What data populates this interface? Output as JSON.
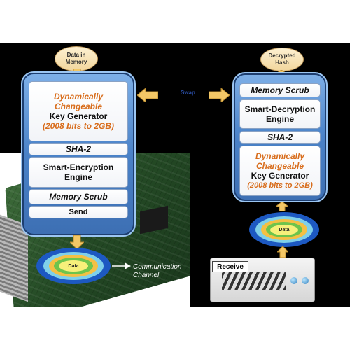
{
  "left": {
    "input_oval": "Data in Memory",
    "keygen": {
      "line1": "Dynamically",
      "line2": "Changeable",
      "line3": "Key Generator",
      "line4": "(2008 bits to 2GB)"
    },
    "sha": "SHA-2",
    "engine": "Smart-Encryption Engine",
    "scrub": "Memory Scrub",
    "send": "Send",
    "disc_label": "Data",
    "caption": "Communication Channel"
  },
  "right": {
    "output_oval": "Decrypted Hash",
    "scrub": "Memory Scrub",
    "engine": "Smart-Decryption Engine",
    "sha": "SHA-2",
    "keygen": {
      "line1": "Dynamically",
      "line2": "Changeable",
      "line3": "Key Generator",
      "line4": "(2008 bits to 2GB)"
    },
    "disc_label": "Data",
    "receive": "Receive"
  },
  "swap_label": "Swap",
  "colors": {
    "accent_orange": "#d86d1c",
    "panel_blue": "#4a82c8",
    "oval_beige": "#f2d69d"
  }
}
